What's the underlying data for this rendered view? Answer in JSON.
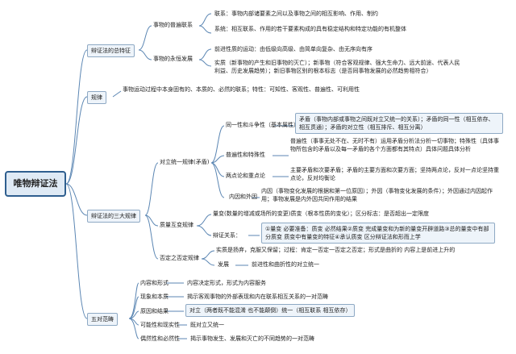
{
  "root": "唯物辩证法",
  "summary": {
    "title": "辩证法的总特征",
    "universal": {
      "title": "事物的普遍联系",
      "link": "联系：事物内部诸要素之间以及事物之间的相互影响、作用、制约",
      "system": "系统：相互联系、作用的若干要素构成的具有稳定结构和特定功能的有机整体"
    },
    "development": {
      "title": "事物的永恒发展",
      "direction": "前进性质的运动：由低级向高级、由简单向复杂、由无序向有序",
      "essence": "实质（新事物的产生和旧事物的灭亡）；新事物（符合客观规律、强大生命力、远大前途、代表人民利益、历史发展趋势）；新旧事物区别的根本标志（是否同事物发展的必然趋势相符合）"
    }
  },
  "law": {
    "title": "规律",
    "definition": "事物运动过程中本身固有的、本质的、必然的联系；特性：可知性、客观性、普遍性、可利用性"
  },
  "three_laws": {
    "title": "辩证法的三大规律",
    "unity": {
      "title": "对立统一规律(矛盾)",
      "identity": {
        "title": "同一性和斗争性（基本属性）",
        "text": "矛盾（事物内部或事物之间既对立又统一的关系）；矛盾的同一性（相互依存、相互贯通）；矛盾的对立性（相互排斥、相互分离）"
      },
      "universality": {
        "title": "普遍性和特殊性",
        "text": "普遍性（事事无处不在、无时不有）运用矛盾分析法分析一切事物；特殊性（具体事物所包含的矛盾以及每一矛盾的各个方面都有其特点）具体问题具体分析"
      },
      "two_point": {
        "title": "两点论和重点论",
        "text": "主要矛盾和次要矛盾；矛盾的主要方面和次要方面；坚持两点论，反对一点论坚持重点论，反对均衡论"
      },
      "cause": {
        "title": "内因和外因",
        "text": "内因（事物变化发展的根据和第一位原因）；外因（事物变化发展的条件）；外因通过内因起作用；事物发展是内外因共同作用的结果"
      }
    },
    "quantity": {
      "title": "质量互变规律",
      "degree": "量变(数量的增减或场所的变更)质变（根本性质的变化）；区分标志：是否超出一定限度",
      "dialectic_label": "辩证关系：",
      "dialectic": "①量变 必要准备：质变 必然结果②质变 完成量变和为新的量变开辟道路③总的量变中有部分质变 质变中有量变的特征④承认质变 区分辩证法和形而上学"
    },
    "negation": {
      "title": "否定之否定规律",
      "essence": "实质是扬弃，克服又保留；过程：肯定一否定一否定之否定；形式是曲折的 内容上是前进上升的",
      "dev_label": "发展",
      "dev_text": "前进性和曲折性的对立统一"
    }
  },
  "five_pairs": {
    "title": "五对范畴",
    "items": [
      {
        "name": "内容和形式",
        "text": "内容决定形式，形式为内容服务"
      },
      {
        "name": "现象和本质",
        "text": "揭示客观事物的外部表现和内在联系相互关系的一对范畴"
      },
      {
        "name": "原因和结果",
        "text": "对立（两者既不能混淆 也不能颠倒）统一（相互联系 相互依存）"
      },
      {
        "name": "可能性和现实性",
        "text": "既对立又统一"
      },
      {
        "name": "偶然性和必然性",
        "text": "揭示事物发生、发展和灭亡的不同趋势的一对范畴"
      }
    ]
  }
}
